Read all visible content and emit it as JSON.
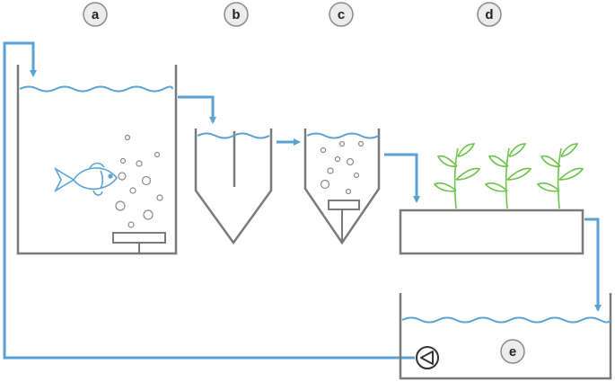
{
  "colors": {
    "flow": "#5aa2d4",
    "water": "#5aa2d4",
    "outline": "#7a7a7a",
    "plant": "#6cc24a",
    "label_text": "#222222"
  },
  "labels": {
    "a": "a",
    "b": "b",
    "c": "c",
    "d": "d",
    "e": "e"
  },
  "icons": [
    "fish-icon",
    "air-bubbles",
    "air-diffuser",
    "plant-icon",
    "pump-icon",
    "flow-arrow"
  ]
}
